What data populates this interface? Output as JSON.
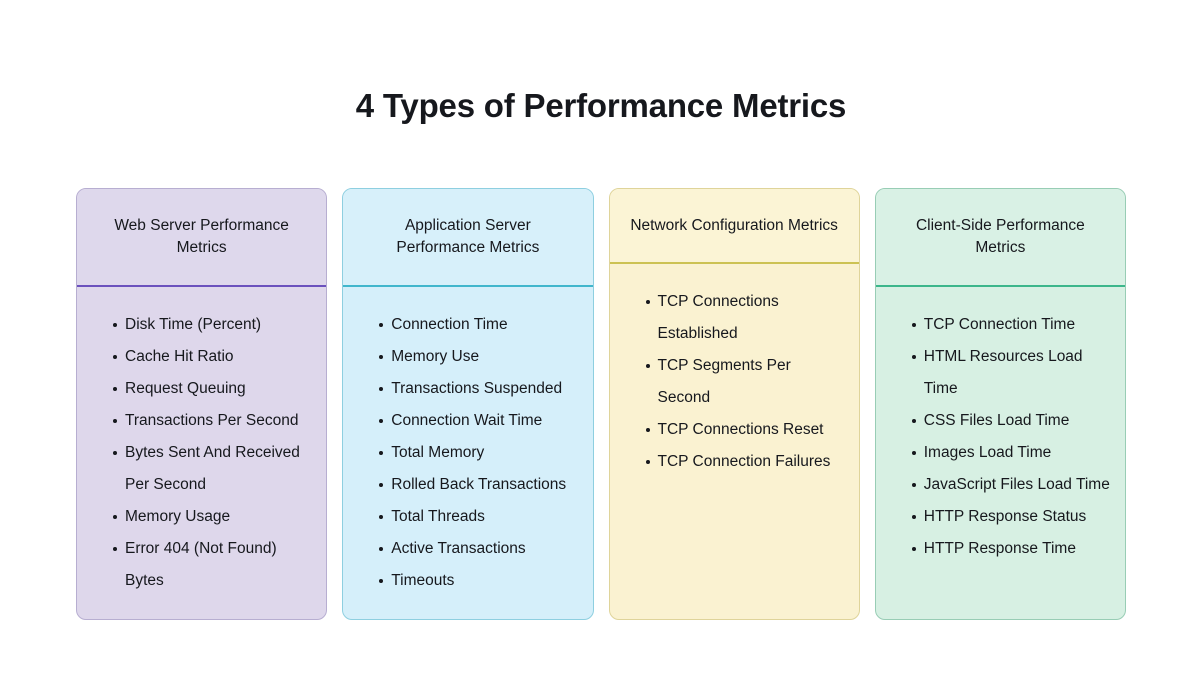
{
  "title": "4 Types of Performance Metrics",
  "theme": {
    "background": "#ffffff",
    "title_color": "#16181d",
    "text_color": "#16181d"
  },
  "cards": [
    {
      "id": "web-server",
      "header": "Web Server Performance Metrics",
      "colors": {
        "body_fill": "#ded7eb",
        "header_fill": "#ded8ec",
        "divider": "#6b51bd",
        "border": "#b7aed1"
      },
      "items": [
        "Disk Time (Percent)",
        "Cache Hit Ratio",
        "Request Queuing",
        "Transactions Per Second",
        "Bytes Sent And Received Per Second",
        "Memory Usage",
        "Error 404 (Not Found) Bytes"
      ]
    },
    {
      "id": "application-server",
      "header": "Application Server Performance Metrics",
      "colors": {
        "body_fill": "#d5effa",
        "header_fill": "#d7f0fa",
        "divider": "#41b6cc",
        "border": "#8ecfe0"
      },
      "items": [
        "Connection Time",
        "Memory Use",
        "Transactions Suspended",
        "Connection Wait Time",
        "Total Memory",
        "Rolled Back Transactions",
        "Total Threads",
        "Active Transactions",
        "Timeouts"
      ]
    },
    {
      "id": "network-configuration",
      "header": "Network Configuration Metrics",
      "colors": {
        "body_fill": "#faf2d1",
        "header_fill": "#fbf4d5",
        "divider": "#ccc253",
        "border": "#dfd49a"
      },
      "items": [
        "TCP Connections Established",
        "TCP Segments Per Second",
        "TCP Connections Reset",
        "TCP Connection Failures"
      ]
    },
    {
      "id": "client-side",
      "header": "Client-Side Performance Metrics",
      "colors": {
        "body_fill": "#d7f0e3",
        "header_fill": "#d9f1e5",
        "divider": "#3cb68b",
        "border": "#98cdb5"
      },
      "items": [
        "TCP Connection Time",
        "HTML Resources Load Time",
        "CSS Files Load Time",
        "Images Load Time",
        "JavaScript Files Load Time",
        "HTTP Response Status",
        "HTTP Response Time"
      ]
    }
  ]
}
